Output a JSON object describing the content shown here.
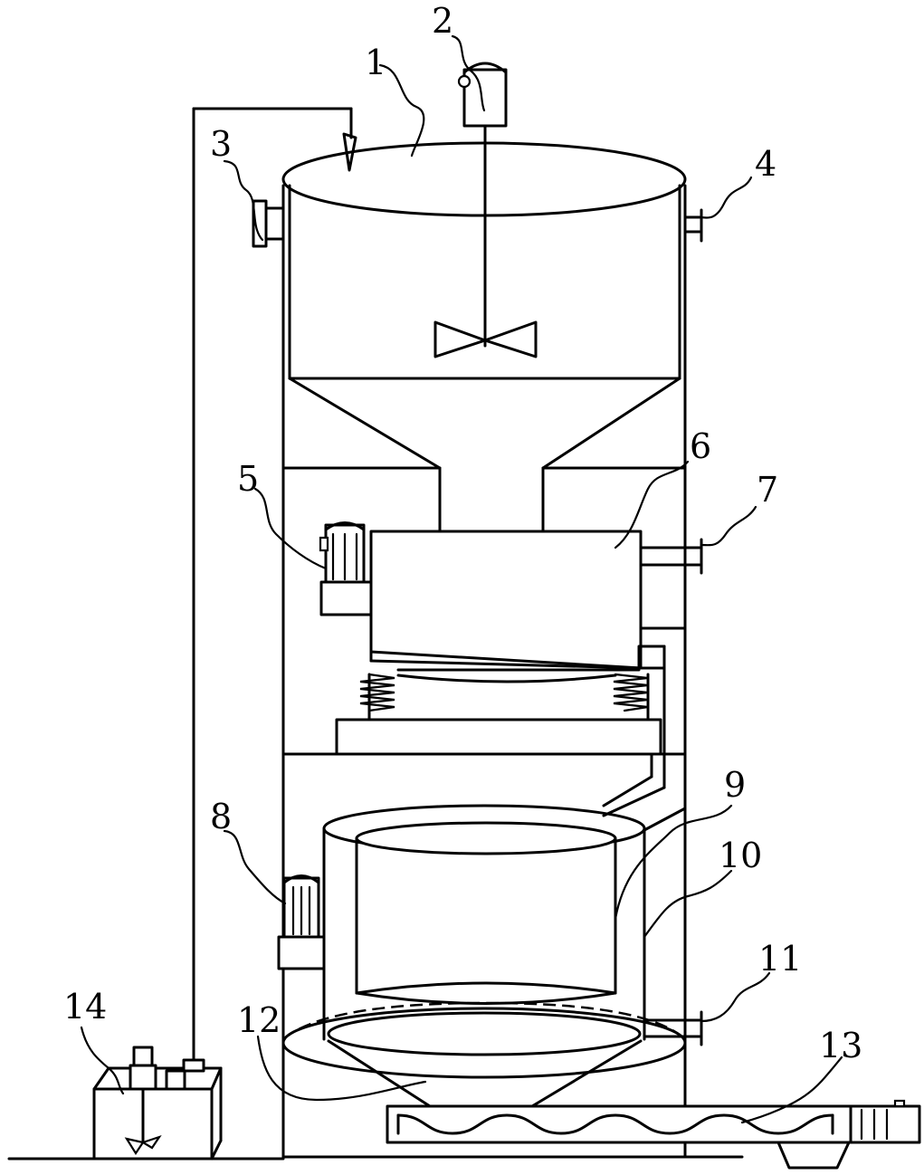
{
  "labels": {
    "l1": "1",
    "l2": "2",
    "l3": "3",
    "l4": "4",
    "l5": "5",
    "l6": "6",
    "l7": "7",
    "l8": "8",
    "l9": "9",
    "l10": "10",
    "l11": "11",
    "l12": "12",
    "l13": "13",
    "l14": "14"
  }
}
